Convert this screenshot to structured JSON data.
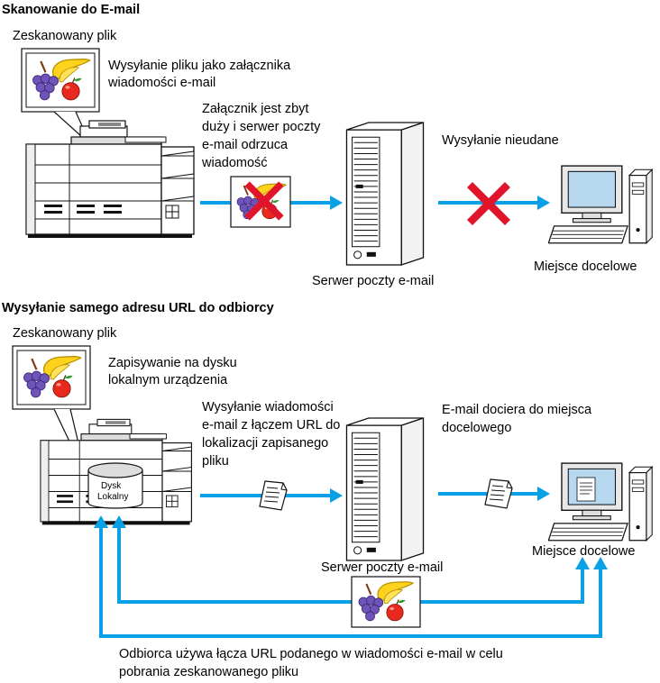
{
  "section1": {
    "title": "Skanowanie do E-mail",
    "scanned_file_label": "Zeskanowany plik",
    "callout_line1": "Wysyłanie pliku jako załącznika",
    "callout_line2": "wiadomości e-mail",
    "rejection_lines": [
      "Załącznik jest zbyt",
      "duży i serwer poczty",
      "e-mail odrzuca",
      "wiadomość"
    ],
    "send_failed": "Wysyłanie nieudane",
    "server_label": "Serwer poczty e-mail",
    "destination_label": "Miejsce docelowe"
  },
  "section2": {
    "title": "Wysyłanie samego adresu URL do odbiorcy",
    "scanned_file_label": "Zeskanowany plik",
    "callout_line1": "Zapisywanie na dysku",
    "callout_line2": "lokalnym urządzenia",
    "disk_label_line1": "Dysk",
    "disk_label_line2": "Lokalny",
    "send_lines": [
      "Wysyłanie wiadomości",
      "e-mail z łączem URL do",
      "lokalizacji zapisanego",
      "pliku"
    ],
    "arrival_lines": [
      "E-mail dociera do miejsca",
      "docelowego"
    ],
    "server_label": "Serwer poczty e-mail",
    "destination_label": "Miejsce docelowe",
    "footer_line1": "Odbiorca używa łącza URL podanego w wiadomości e-mail w celu",
    "footer_line2": "pobrania zeskanowanego pliku"
  },
  "colors": {
    "arrow": "#0aa0e6",
    "cross": "#e0142b",
    "screen": "#b8d8f0"
  },
  "icons": [
    "printer-icon",
    "fruit-image-icon",
    "mail-server-icon",
    "desktop-computer-icon",
    "document-icon",
    "red-cross-icon",
    "disk-icon"
  ]
}
